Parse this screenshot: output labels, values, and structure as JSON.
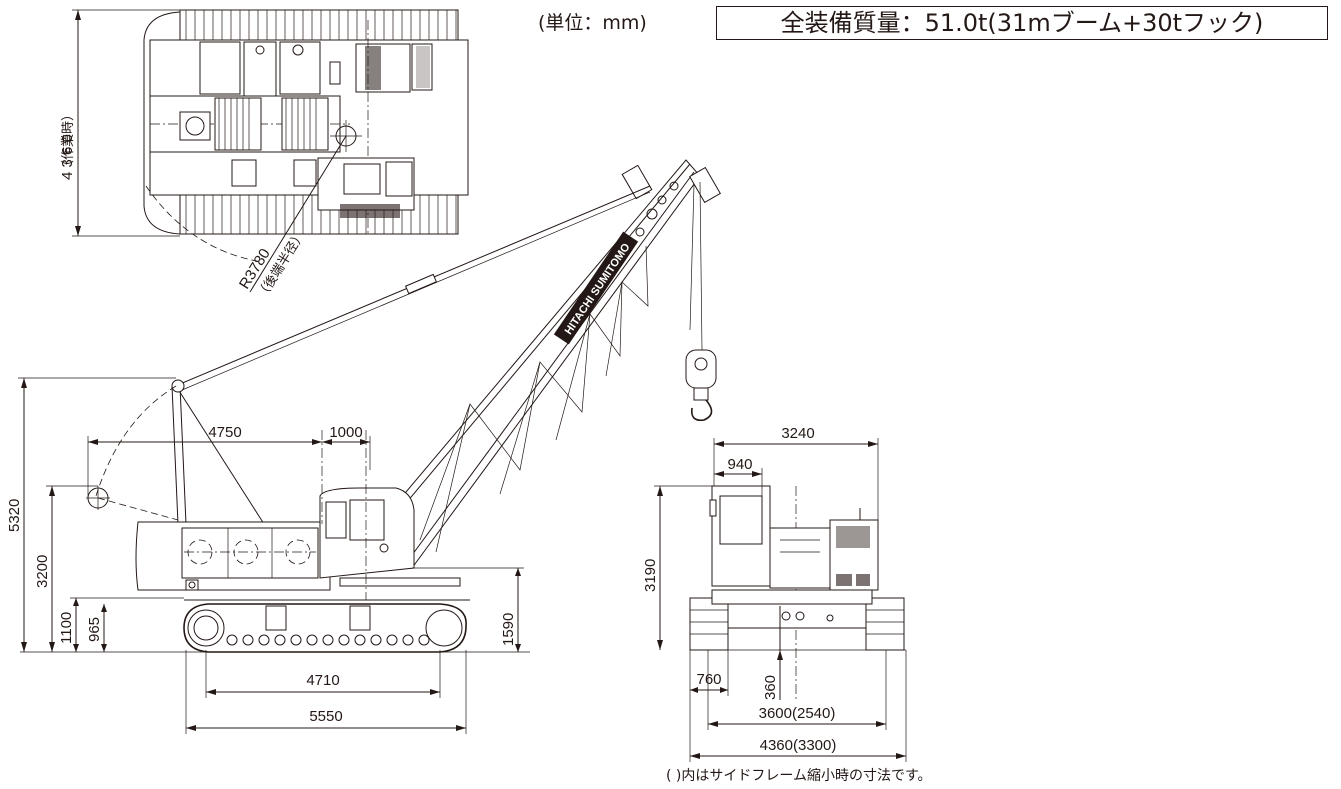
{
  "header": {
    "unit_label": "(単位：mm)",
    "total_mass_label": "全装備質量：51.0t(31mブーム+30tフック)"
  },
  "top_view": {
    "working_width": "4 3 6 0",
    "working_width_note": "（作業時）",
    "tail_radius": "R3780",
    "tail_radius_note": "（後端半径）"
  },
  "side_view": {
    "brand_text": "HITACHI SUMITOMO",
    "dim_gantry_offset": "4750",
    "dim_boom_foot_offset": "1000",
    "dim_overall_height": "5320",
    "dim_gantry_height": "3200",
    "dim_counterweight_clearance": "1100",
    "dim_ground_clearance_frame": "965",
    "dim_cab_top_height": "1590",
    "dim_tumbler_distance": "4710",
    "dim_crawler_length": "5550"
  },
  "rear_view": {
    "dim_upper_width": "3240",
    "dim_cab_width": "940",
    "dim_cab_height": "3190",
    "dim_shoe_width": "760",
    "dim_ground_clearance": "360",
    "dim_track_gauge": "3600(2540)",
    "dim_overall_width": "4360(3300)"
  },
  "footnote": "(  )内はサイドフレーム縮小時の寸法です。"
}
